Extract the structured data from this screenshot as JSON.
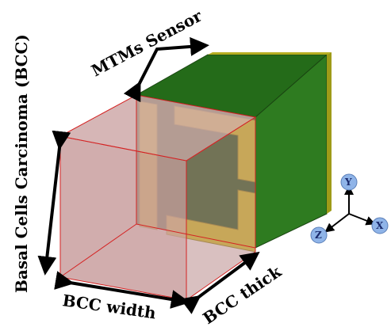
{
  "labels": {
    "sensor": "MTMs Sensor",
    "bcc_vertical": "Basal Cells Carcinoma (BCC)",
    "bcc_width": "BCC width",
    "bcc_thick": "BCC thick"
  },
  "axes": {
    "y": "Y",
    "x": "X",
    "z": "Z"
  },
  "colors": {
    "sensor_green": "#1f5c17",
    "sensor_green_side": "#2d7a1f",
    "sensor_edge": "#9b9b1a",
    "resonator_gold": "#d6c71a",
    "bcc_fill": "#c9a0a0",
    "bcc_edge": "#d22020",
    "axis_node": "#8fb4e8"
  }
}
